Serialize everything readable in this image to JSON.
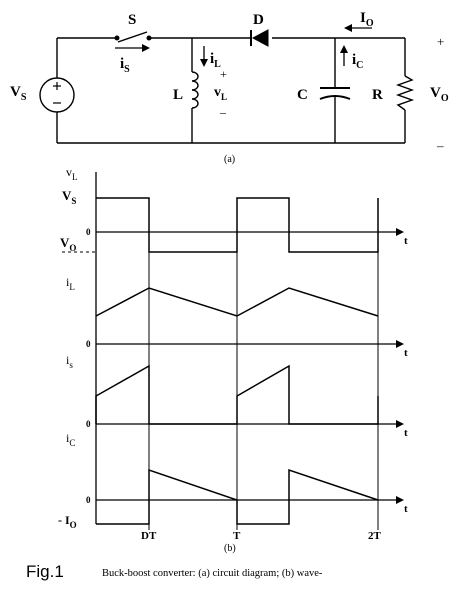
{
  "circuit": {
    "switch_label": "S",
    "switch_current_main": "i",
    "switch_current_sub": "S",
    "diode_label": "D",
    "output_current_main": "I",
    "output_current_sub": "O",
    "inductor_label": "L",
    "inductor_current_main": "i",
    "inductor_current_sub": "L",
    "inductor_voltage_main": "v",
    "inductor_voltage_sub": "L",
    "plus_sign": "+",
    "minus_sign": "–",
    "capacitor_label": "C",
    "capacitor_current_main": "i",
    "capacitor_current_sub": "C",
    "resistor_label": "R",
    "source_label_main": "V",
    "source_label_sub": "S",
    "output_label_main": "V",
    "output_label_sub": "O",
    "part_label": "(a)"
  },
  "waveforms": {
    "vL": {
      "label_main": "v",
      "label_sub": "L",
      "level_high_main": "V",
      "level_high_sub": "S",
      "zero": "0",
      "level_low_main": "V",
      "level_low_sub": "O",
      "axis": "t"
    },
    "iL": {
      "label_main": "i",
      "label_sub": "L",
      "zero": "0",
      "axis": "t"
    },
    "iS": {
      "label_main": "i",
      "label_sub": "s",
      "zero": "0",
      "axis": "t"
    },
    "iC": {
      "label_main": "i",
      "label_sub": "C",
      "zero": "0",
      "level_low_main": "- I",
      "level_low_sub": "O",
      "axis": "t"
    },
    "time_ticks": [
      "DT",
      "T",
      "2T"
    ],
    "part_label": "(b)"
  },
  "caption": {
    "fig_label": "Fig.1",
    "text": "Buck-boost converter: (a) circuit diagram; (b) wave-"
  }
}
